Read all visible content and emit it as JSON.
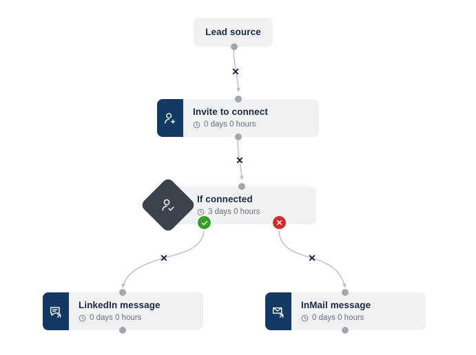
{
  "canvas": {
    "background": "#ffffff",
    "card_bg": "#f0f1f3",
    "icon_panel_color": "#123a63",
    "diamond_color": "#3c434d",
    "title_color": "#1b2a41",
    "meta_color": "#6b7280",
    "handle_color": "#a2a7ae",
    "edge_color": "#b9bcc2",
    "yes_badge_color": "#34a02a",
    "no_badge_color": "#cf2e2e"
  },
  "nodes": [
    {
      "id": "lead-source",
      "title": "Lead source",
      "duration": "",
      "icon": "",
      "type": "start"
    },
    {
      "id": "invite-to-connect",
      "title": "Invite to connect",
      "duration": "0 days 0 hours",
      "icon": "person-plus-icon",
      "type": "action"
    },
    {
      "id": "if-connected",
      "title": "If connected",
      "duration": "3 days 0 hours",
      "icon": "person-check-icon",
      "type": "condition"
    },
    {
      "id": "linkedin-message",
      "title": "LinkedIn message",
      "duration": "0 days 0 hours",
      "icon": "chat-bubble-arrow-icon",
      "type": "action"
    },
    {
      "id": "inmail-message",
      "title": "InMail message",
      "duration": "0 days 0 hours",
      "icon": "envelope-arrow-icon",
      "type": "action"
    }
  ],
  "edges": [
    {
      "id": "edge-lead-to-invite",
      "from": "lead-source",
      "to": "invite-to-connect",
      "delete_label": "✕",
      "branch": ""
    },
    {
      "id": "edge-invite-to-if",
      "from": "invite-to-connect",
      "to": "if-connected",
      "delete_label": "✕",
      "branch": ""
    },
    {
      "id": "edge-if-yes-linkedin",
      "from": "if-connected",
      "to": "linkedin-message",
      "delete_label": "✕",
      "branch": "yes"
    },
    {
      "id": "edge-if-no-inmail",
      "from": "if-connected",
      "to": "inmail-message",
      "delete_label": "✕",
      "branch": "no"
    }
  ],
  "badges": {
    "yes_icon": "check-circle-icon",
    "no_icon": "x-circle-icon"
  }
}
